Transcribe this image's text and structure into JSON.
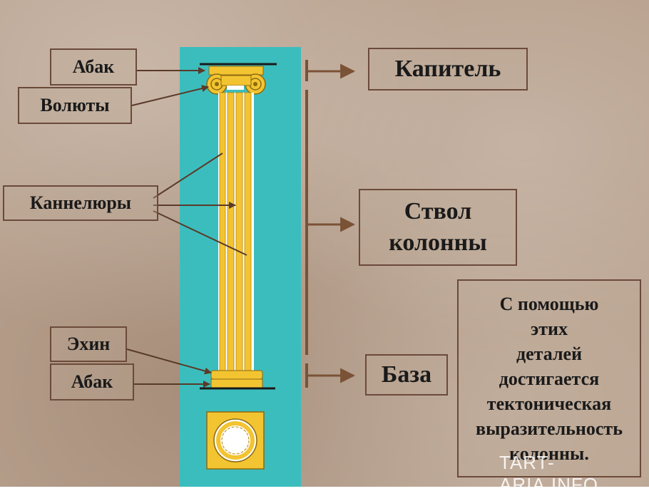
{
  "labels_left": {
    "abacus_top": "Абак",
    "volutes": "Волюты",
    "flutes": "Каннелюры",
    "echinus": "Эхин",
    "abacus_bottom": "Абак"
  },
  "labels_right": {
    "capital": "Капитель",
    "shaft_line1": "Ствол",
    "shaft_line2": "колонны",
    "base": "База"
  },
  "note_lines": [
    "С помощью",
    "этих",
    "деталей",
    "достигается",
    "тектоническая",
    "выразительность",
    "колонны."
  ],
  "watermark": "TART-ARIA.INFO",
  "colors": {
    "panel": "#3cbdbd",
    "column_gold": "#f3c431",
    "border_brown": "#6b4a3a",
    "arrow_brown": "#7a5236"
  }
}
